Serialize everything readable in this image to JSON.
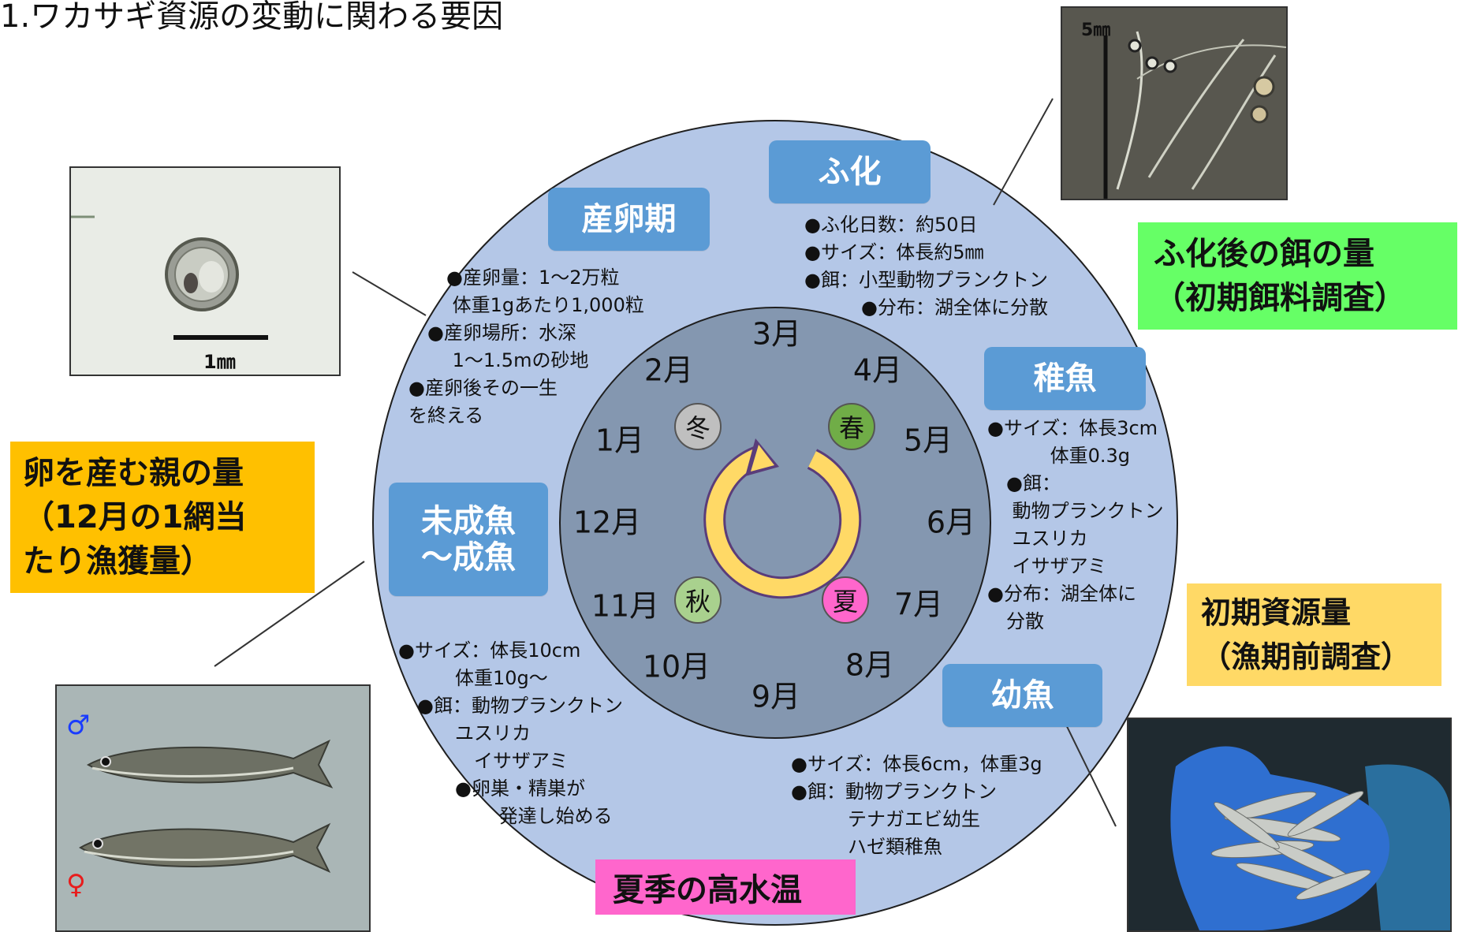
{
  "title": "1.ワカサギ資源の変動に関わる要因",
  "colors": {
    "outer_ring": "#b4c7e7",
    "inner_disc": "#8497b0",
    "stage_box": "#5b9bd5",
    "factor_green": "#66ff66",
    "factor_orange": "#ffc000",
    "factor_yellow": "#ffd966",
    "factor_pink": "#ff66cc",
    "cycle_arrow": "#ffd966",
    "season_winter": "#bfbfbf",
    "season_spring": "#70ad47",
    "season_summer": "#ff66cc",
    "season_autumn": "#a9d18e"
  },
  "months": [
    "1月",
    "2月",
    "3月",
    "4月",
    "5月",
    "6月",
    "7月",
    "8月",
    "9月",
    "10月",
    "11月",
    "12月"
  ],
  "seasons": {
    "winter": "冬",
    "spring": "春",
    "summer": "夏",
    "autumn": "秋"
  },
  "stages": {
    "hatch": {
      "label": "ふ化",
      "info": "●ふ化日数：約50日\n●サイズ：体長約5㎜\n●餌：小型動物プランクトン\n　　　●分布：湖全体に分散"
    },
    "spawning": {
      "label": "産卵期",
      "info": "　　●産卵量：1～2万粒\n　　 体重1gあたり1,000粒\n　●産卵場所：水深\n　　 1～1.5mの砂地\n●産卵後その一生\nを終える"
    },
    "fry": {
      "label": "稚魚",
      "info": "●サイズ：体長3cm\n　　　 体重0.3g\n　●餌：\n　 動物プランクトン\n　 ユスリカ\n　 イサザアミ\n●分布：湖全体に\n　分散"
    },
    "juvenile": {
      "label": "幼魚",
      "info": "●サイズ：体長6cm，体重3g\n●餌：動物プランクトン\n　　　テナガエビ幼生\n　　　ハゼ類稚魚"
    },
    "adult": {
      "label": "未成魚\n～成魚",
      "info": "●サイズ：体長10cm\n　　　体重10g～\n　●餌：動物プランクトン\n　　　ユスリカ\n　　　　イサザアミ\n　　　●卵巣・精巣が\n　　　　　 発達し始める"
    }
  },
  "factors": {
    "feed": [
      "ふ化後の餌の量",
      "（初期餌料調査）"
    ],
    "parents": [
      "卵を産む親の量",
      "（12月の1網当",
      "たり漁獲量）"
    ],
    "initial_stock": [
      "初期資源量",
      "（漁期前調査）"
    ],
    "summer_temp": [
      "夏季の高水温"
    ]
  },
  "photos": {
    "egg": {
      "scale": "1㎜",
      "icon": "egg-photo"
    },
    "larvae": {
      "scale": "5㎜",
      "icon": "larvae-photo"
    },
    "adults": {
      "male": "♂",
      "female": "♀",
      "icon": "adult-fish-photo"
    },
    "catch": {
      "icon": "catch-in-hand-photo"
    }
  }
}
